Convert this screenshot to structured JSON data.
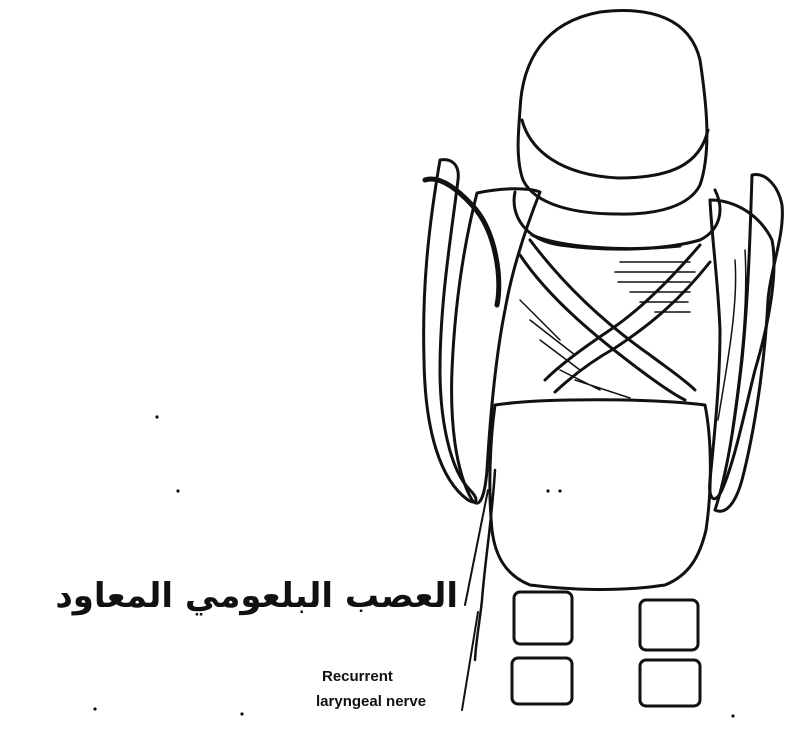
{
  "labels": {
    "arabic": "العصب البلعومي المعاود",
    "english_line1": "Recurrent",
    "english_line2": "laryngeal nerve"
  },
  "colors": {
    "ink": "#111111",
    "background": "#ffffff"
  }
}
